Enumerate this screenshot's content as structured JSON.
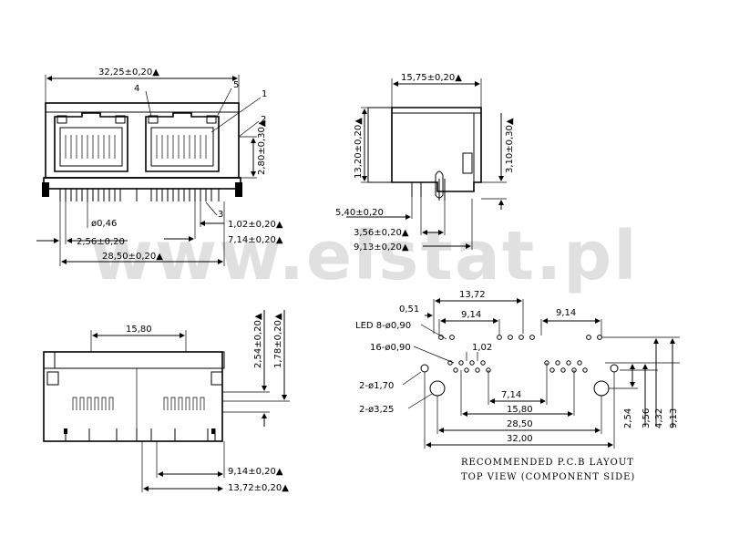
{
  "watermark": "www.elstat.pl",
  "front_view": {
    "dims": {
      "width": "32,25±0,20▲",
      "pitch_pin": "2,56±0,20",
      "pin_dia": "ø0,46",
      "pin_span": "28,50±0,20▲",
      "offset_a": "1,02±0,20▲",
      "offset_b": "7,14±0,20▲",
      "height_part": "2,80±0,30▲"
    },
    "callouts": [
      "1",
      "2",
      "3",
      "4",
      "5"
    ]
  },
  "side_view": {
    "dims": {
      "depth": "15,75±0,20▲",
      "height": "13,20±0,20▲",
      "standoff": "3,10±0,30▲",
      "pin_a": "5,40±0,20",
      "pin_b": "3,56±0,20▲",
      "pin_c": "9,13±0,20▲"
    }
  },
  "bottom_view": {
    "dims": {
      "center": "15,80",
      "h_a": "2,54±0,20▲",
      "h_b": "1,78±0,20▲",
      "w_a": "9,14±0,20▲",
      "w_b": "13,72±0,20▲"
    }
  },
  "pcb_layout": {
    "dims": {
      "top_span": "13,72",
      "small": "0,51",
      "pitch_l": "9,14",
      "pitch_r": "9,14",
      "pitch": "1,02",
      "mid": "7,14",
      "span_158": "15,80",
      "span_285": "28,50",
      "span_32": "32,00",
      "v_254": "2,54",
      "v_356": "3,56",
      "v_432": "4,32",
      "v_913": "9,13"
    },
    "labels": {
      "led": "LED 8-ø0,90",
      "pins": "16-ø0,90",
      "hole_a": "2-ø1,70",
      "hole_b": "2-ø3,25"
    },
    "note_line1": "RECOMMENDED P.C.B LAYOUT",
    "note_line2": "TOP VIEW (COMPONENT SIDE)"
  }
}
